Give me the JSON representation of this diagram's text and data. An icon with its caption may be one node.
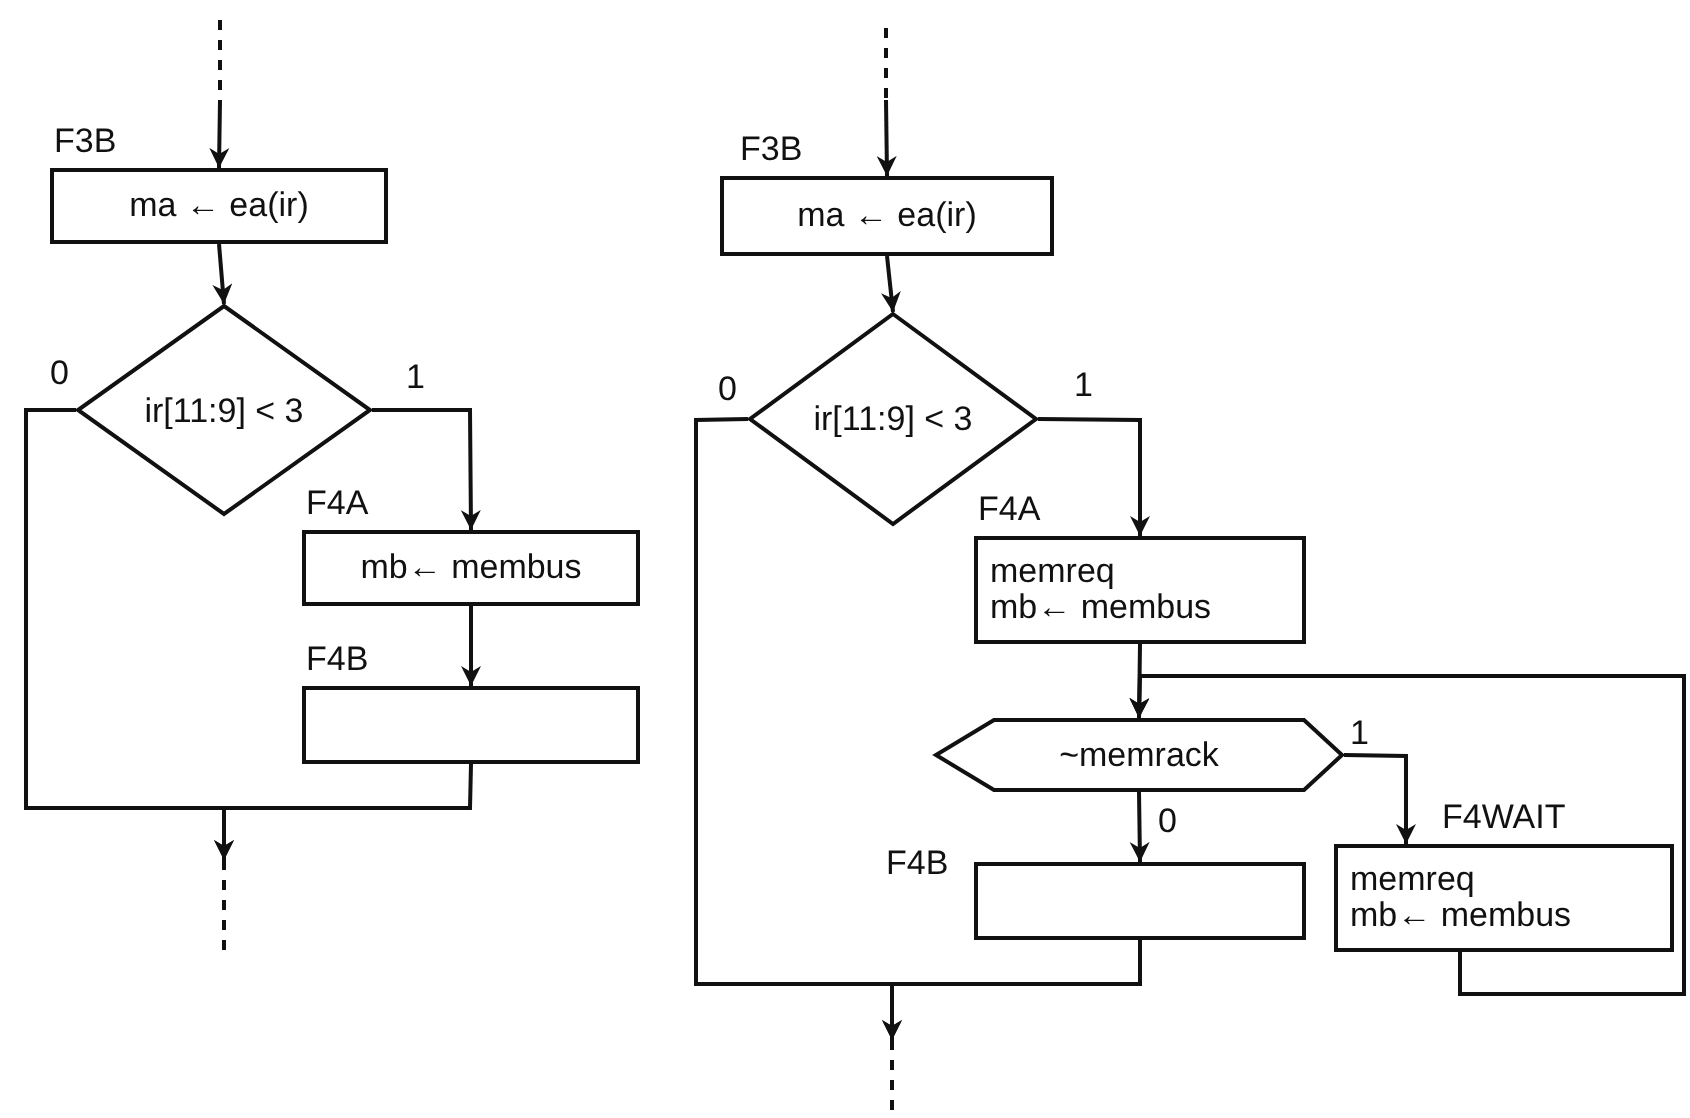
{
  "diagram": {
    "nodes": [
      {
        "text": [
          "F3B",
          "ma ← ea(ir)"
        ]
      },
      {
        "text": [
          "ir[11:9] < 3"
        ]
      },
      {
        "text": [
          "F4A",
          "mb← membus"
        ]
      },
      {
        "text": [
          "F4B"
        ]
      },
      {
        "text": [
          "F3B",
          "ma ← ea(ir)"
        ]
      },
      {
        "text": [
          "ir[11:9] < 3"
        ]
      },
      {
        "text": [
          "F4A",
          "memreq",
          "mb← membus"
        ]
      },
      {
        "text": [
          "~memrack"
        ]
      },
      {
        "text": [
          "F4B"
        ]
      },
      {
        "text": [
          "F4WAIT",
          "memreq",
          "mb← membus"
        ]
      }
    ],
    "edges": [
      {
        "from": null,
        "to": 0,
        "arrow": "to"
      },
      {
        "from": 0,
        "to": 1,
        "arrow": "to"
      },
      {
        "from": 1,
        "to": 2,
        "arrow": "to",
        "label": "1"
      },
      {
        "from": 1,
        "to": null,
        "arrow": "to",
        "label": "0"
      },
      {
        "from": 2,
        "to": 3,
        "arrow": "to"
      },
      {
        "from": 3,
        "to": null,
        "arrow": "to"
      },
      {
        "from": null,
        "to": 4,
        "arrow": "to"
      },
      {
        "from": 4,
        "to": 5,
        "arrow": "to"
      },
      {
        "from": 5,
        "to": 6,
        "arrow": "to",
        "label": "1"
      },
      {
        "from": 5,
        "to": null,
        "arrow": "to",
        "label": "0"
      },
      {
        "from": 6,
        "to": 7,
        "arrow": "to"
      },
      {
        "from": 7,
        "to": 8,
        "arrow": "to",
        "label": "0"
      },
      {
        "from": 7,
        "to": 9,
        "arrow": "to",
        "label": "1"
      },
      {
        "from": 9,
        "to": 7,
        "arrow": "to"
      },
      {
        "from": 8,
        "to": null,
        "arrow": "to"
      }
    ]
  }
}
